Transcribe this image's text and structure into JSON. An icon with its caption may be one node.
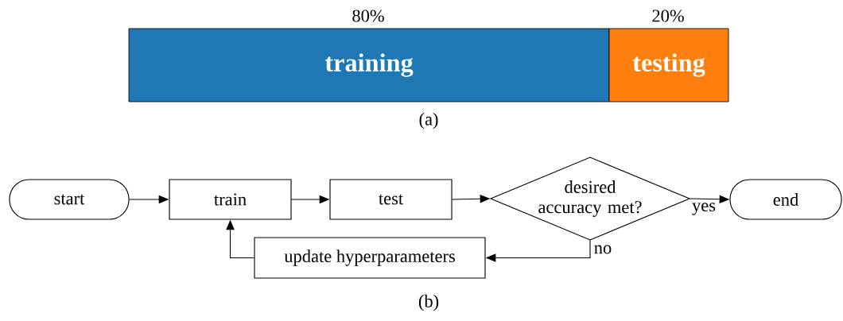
{
  "diagram": {
    "nodes": [
      {
        "text": [
          "training"
        ],
        "beside": [
          "80%"
        ]
      },
      {
        "text": [
          "testing"
        ],
        "beside": [
          "20%"
        ]
      },
      {
        "text": [
          "start"
        ]
      },
      {
        "text": [
          "train"
        ]
      },
      {
        "text": [
          "test"
        ]
      },
      {
        "text": [
          "desired accuracy met?"
        ]
      },
      {
        "text": [
          "end"
        ]
      },
      {
        "text": [
          "update hyperparameters"
        ]
      }
    ],
    "edges": [
      {
        "from": 2,
        "to": 3,
        "arrow": "to"
      },
      {
        "from": 3,
        "to": 4,
        "arrow": "to"
      },
      {
        "from": 4,
        "to": 5,
        "arrow": "to"
      },
      {
        "from": 5,
        "to": 6,
        "arrow": "to",
        "label": "yes"
      },
      {
        "from": 5,
        "to": 7,
        "arrow": "to",
        "label": "no"
      },
      {
        "from": 7,
        "to": 3,
        "arrow": "to"
      }
    ],
    "labels": [
      "(a)",
      "(b)"
    ]
  }
}
